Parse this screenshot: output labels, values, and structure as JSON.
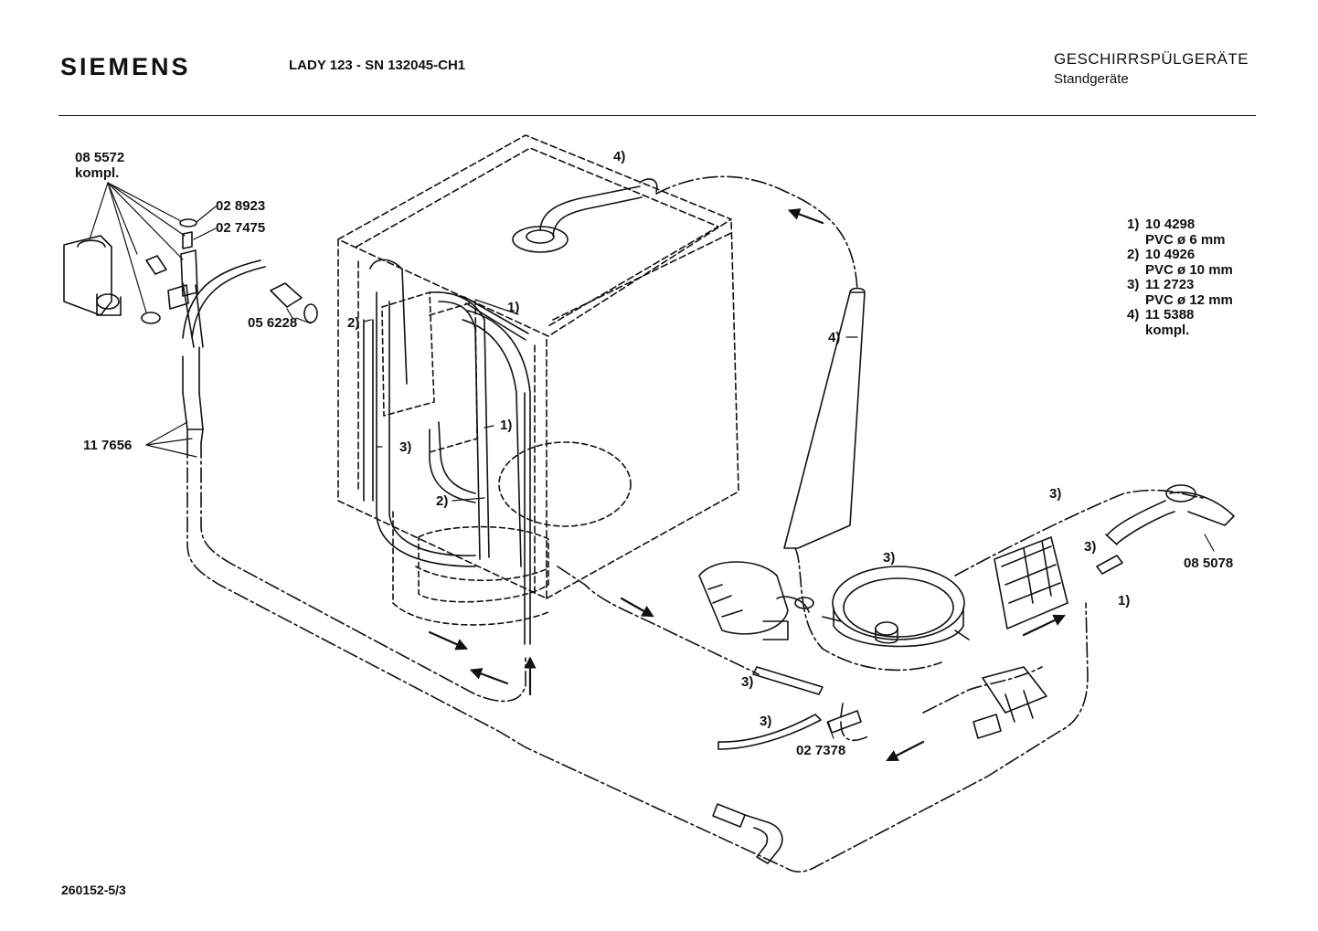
{
  "header": {
    "brand": "SIEMENS",
    "model": "LADY 123 - SN 132045-CH1",
    "category": "GESCHIRRSPÜLGERÄTE",
    "subcategory": "Standgeräte"
  },
  "footer": {
    "doc_number": "260152-5/3"
  },
  "part_labels": {
    "p085572": "08 5572",
    "kompl": "kompl.",
    "p028923": "02 8923",
    "p027475": "02 7475",
    "p056228": "05 6228",
    "p117656": "11 7656",
    "p085078": "08 5078",
    "p027378": "02 7378"
  },
  "callouts": {
    "c1a": "1)",
    "c1b": "1)",
    "c1c": "1)",
    "c2a": "2)",
    "c2b": "2)",
    "c3a": "3)",
    "c3b": "3)",
    "c3c": "3)",
    "c3d": "3)",
    "c3e": "3)",
    "c3f": "3)",
    "c4a": "4)",
    "c4b": "4)"
  },
  "legend": [
    {
      "num": "1)",
      "code": "10 4298",
      "desc": "PVC ø 6 mm"
    },
    {
      "num": "2)",
      "code": "10 4926",
      "desc": "PVC ø 10 mm"
    },
    {
      "num": "3)",
      "code": "11 2723",
      "desc": "PVC ø 12 mm"
    },
    {
      "num": "4)",
      "code": "11 5388",
      "desc": "kompl."
    }
  ]
}
